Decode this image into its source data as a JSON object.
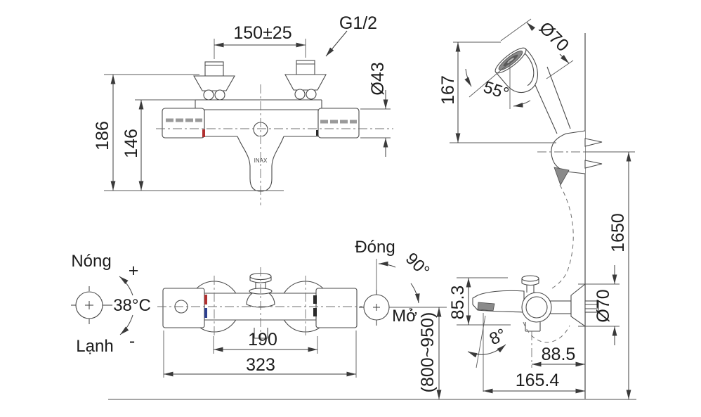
{
  "colors": {
    "line": "#4a4a4a",
    "hot_mark": "#b03030",
    "cold_mark": "#2d3f8f",
    "shade": "#8a8a8a",
    "floor": "#9a9a9a"
  },
  "front_view": {
    "inlet_pitch": "150±25",
    "thread_size": "G1/2",
    "handle_dia": "Ø43",
    "total_height": "186",
    "body_height": "146",
    "brand": "INAX"
  },
  "hand_shower": {
    "head_dia": "Ø70",
    "head_angle": "55°",
    "head_length": "167",
    "holder_height": "1650"
  },
  "temp_handle": {
    "hot_label": "Nóng",
    "hot_sign": "+",
    "preset_temp": "38°C",
    "cold_label": "Lạnh",
    "cold_sign": "-"
  },
  "flow_handle": {
    "close_label": "Đóng",
    "turn_angle": "90°",
    "open_label": "Mở"
  },
  "bottom_view": {
    "handle_pitch": "190",
    "total_width": "323"
  },
  "side_view": {
    "body_height": "85.3",
    "spout_angle": "8°",
    "knob_depth": "88.5",
    "total_depth": "165.4",
    "install_height": "(800~950)",
    "flange_dia": "Ø70"
  }
}
